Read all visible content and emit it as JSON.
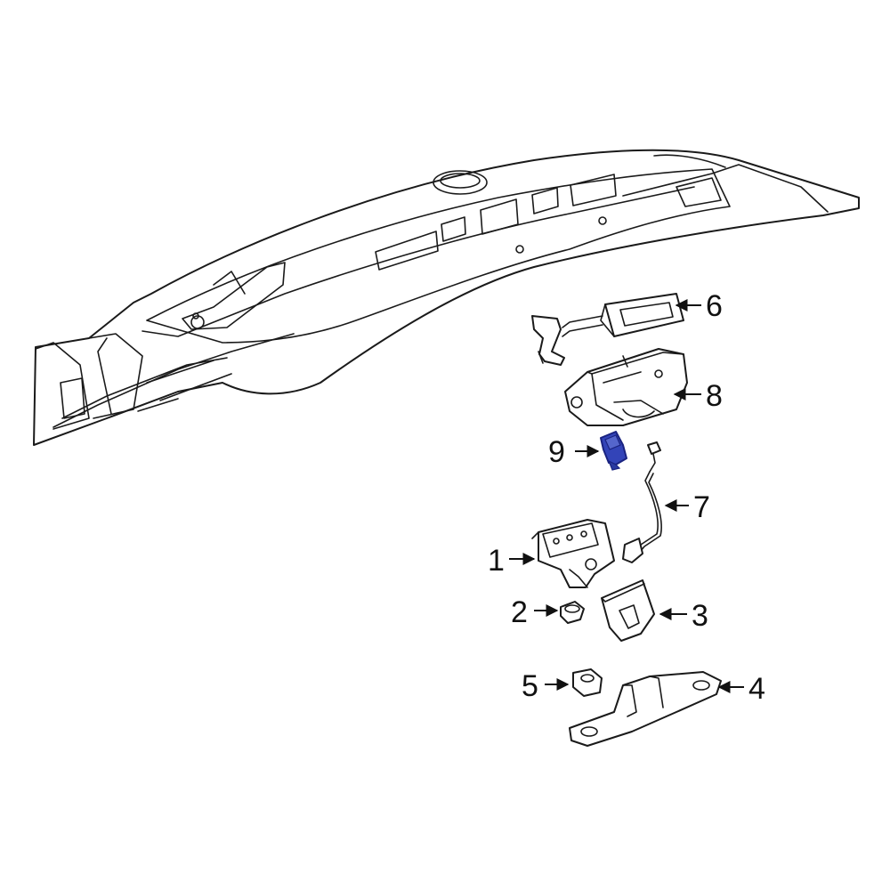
{
  "colors": {
    "background": "#ffffff",
    "line": "#1a1a1a",
    "highlight_fill": "#3344b8",
    "highlight_stroke": "#1a2380"
  },
  "callouts": {
    "c1": "1",
    "c2": "2",
    "c3": "3",
    "c4": "4",
    "c5": "5",
    "c6": "6",
    "c7": "7",
    "c8": "8",
    "c9": "9"
  },
  "highlighted_part": "9"
}
